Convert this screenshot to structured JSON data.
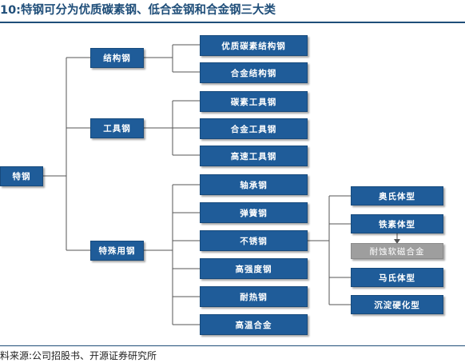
{
  "title": "10:特钢可分为优质碳素钢、低合金钢和合金钢三大类",
  "root": "特钢",
  "level1": {
    "structural": "结构钢",
    "tool": "工具钢",
    "special": "特殊用钢"
  },
  "structural_children": [
    "优质碳素结构钢",
    "合金结构钢"
  ],
  "tool_children": [
    "碳素工具钢",
    "合金工具钢",
    "高速工具钢"
  ],
  "special_children": [
    "轴承钢",
    "弹簧钢",
    "不锈钢",
    "高强度钢",
    "耐热钢",
    "高温合金"
  ],
  "stainless_children": [
    "奥氏体型",
    "铁素体型",
    "耐蚀软磁合金",
    "马氏体型",
    "沉淀硬化型"
  ],
  "source": "料来源:公司招股书、开源证券研究所",
  "colors": {
    "node_blue": "#1F5C99",
    "node_grey": "#9E9E9E",
    "title_blue": "#1F4E79"
  }
}
